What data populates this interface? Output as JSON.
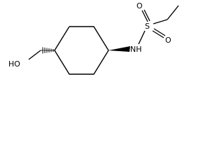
{
  "molecule": {
    "atoms": {
      "oh": "HO",
      "nh": "NH",
      "s": "S",
      "o_top": "O",
      "o_bottom": "O"
    },
    "colors": {
      "bond": "#000000",
      "background": "#ffffff"
    }
  }
}
